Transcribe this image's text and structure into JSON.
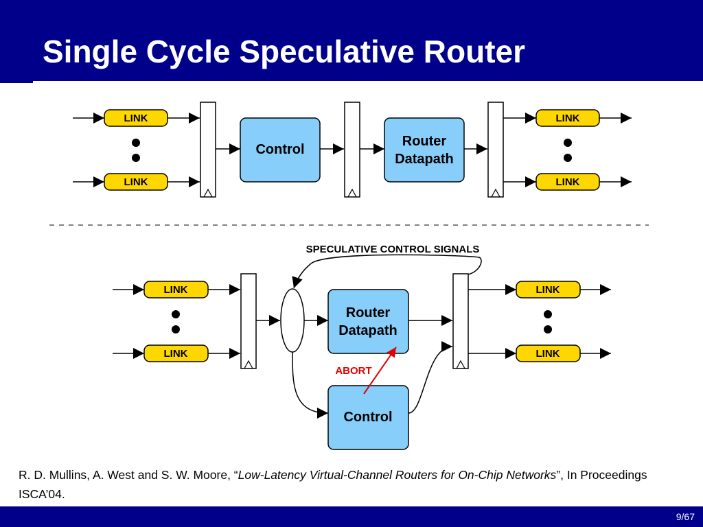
{
  "slide": {
    "title": "Single Cycle Speculative Router",
    "page_number": "9/67"
  },
  "diagram": {
    "top": {
      "inputs": [
        "LINK",
        "LINK"
      ],
      "control_label": "Control",
      "datapath_label": [
        "Router",
        "Datapath"
      ],
      "outputs": [
        "LINK",
        "LINK"
      ]
    },
    "bottom": {
      "inputs": [
        "LINK",
        "LINK"
      ],
      "speculative_label": "SPECULATIVE CONTROL SIGNALS",
      "datapath_label": [
        "Router",
        "Datapath"
      ],
      "abort_label": "ABORT",
      "control_label": "Control",
      "outputs": [
        "LINK",
        "LINK"
      ]
    }
  },
  "citation": {
    "authors": "R. D. Mullins, A. West and S. W. Moore, “",
    "paper_title": "Low-Latency Virtual-Channel Routers for On-Chip Networks",
    "venue": "”, In Proceedings ISCA’04."
  },
  "colors": {
    "title_bar": "#00008b",
    "link_fill": "#ffd700",
    "block_fill": "#87cefa",
    "abort": "#e00000"
  }
}
